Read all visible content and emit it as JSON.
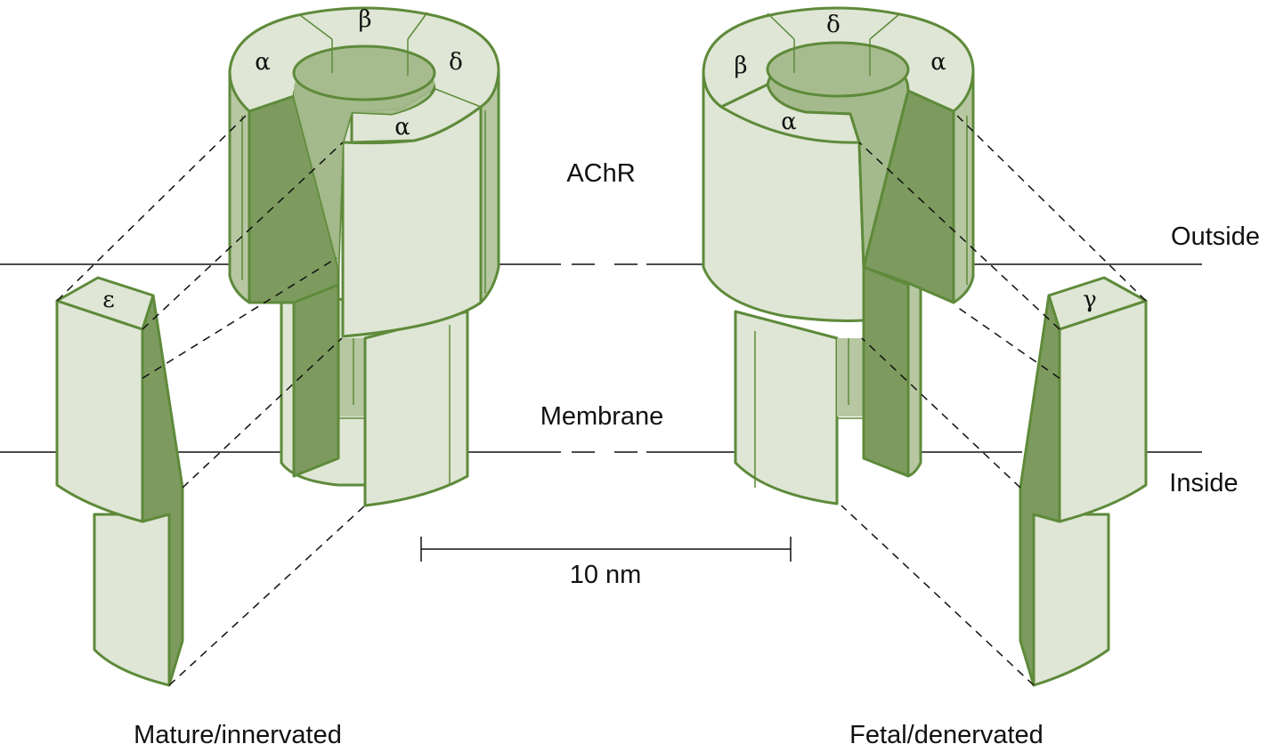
{
  "labels": {
    "receptor": "AChR",
    "outside": "Outside",
    "membrane": "Membrane",
    "inside": "Inside",
    "scale": "10 nm",
    "mature": "Mature/innervated",
    "fetal": "Fetal/denervated"
  },
  "left_receptor": {
    "subunits": {
      "top_left": "α",
      "top": "β",
      "right": "δ",
      "front": "α"
    },
    "separated_subunit": "ε"
  },
  "right_receptor": {
    "subunits": {
      "left": "β",
      "top": "δ",
      "top_right": "α",
      "front": "α"
    },
    "separated_subunit": "γ"
  },
  "colors": {
    "light_face": "#dfe6d5",
    "mid_face": "#b6c7a2",
    "dark_face": "#7d9b5e",
    "outline": "#5e8a3a"
  }
}
